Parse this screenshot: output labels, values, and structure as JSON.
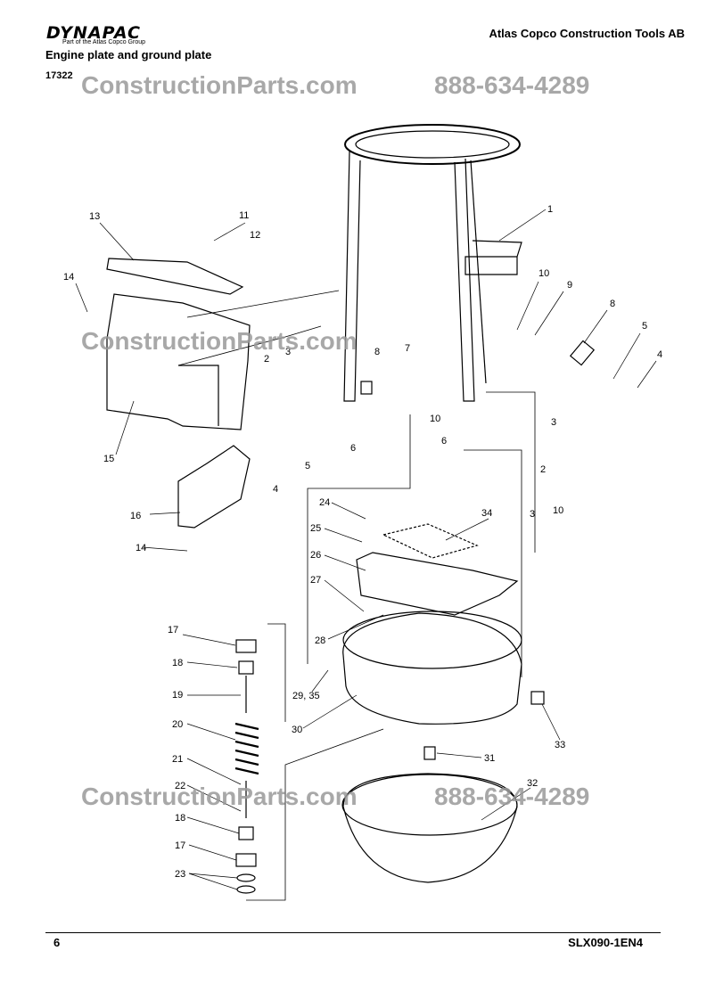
{
  "header": {
    "brand": "DYNAPAC",
    "brand_sub": "Part of the Atlas Copco Group",
    "company": "Atlas Copco Construction Tools AB",
    "title": "Engine plate and ground plate",
    "drawing_no": "17322"
  },
  "watermark": {
    "site": "ConstructionParts.com",
    "phone": "888-634-4289"
  },
  "callouts": [
    "1",
    "2",
    "3",
    "4",
    "5",
    "6",
    "7",
    "8",
    "9",
    "10",
    "11",
    "12",
    "13",
    "14",
    "15",
    "16",
    "17",
    "18",
    "19",
    "20",
    "21",
    "22",
    "23",
    "24",
    "25",
    "26",
    "27",
    "28",
    "29, 35",
    "30",
    "31",
    "32",
    "33",
    "34"
  ],
  "footer": {
    "page": "6",
    "doc_id": "SLX090-1EN4"
  }
}
